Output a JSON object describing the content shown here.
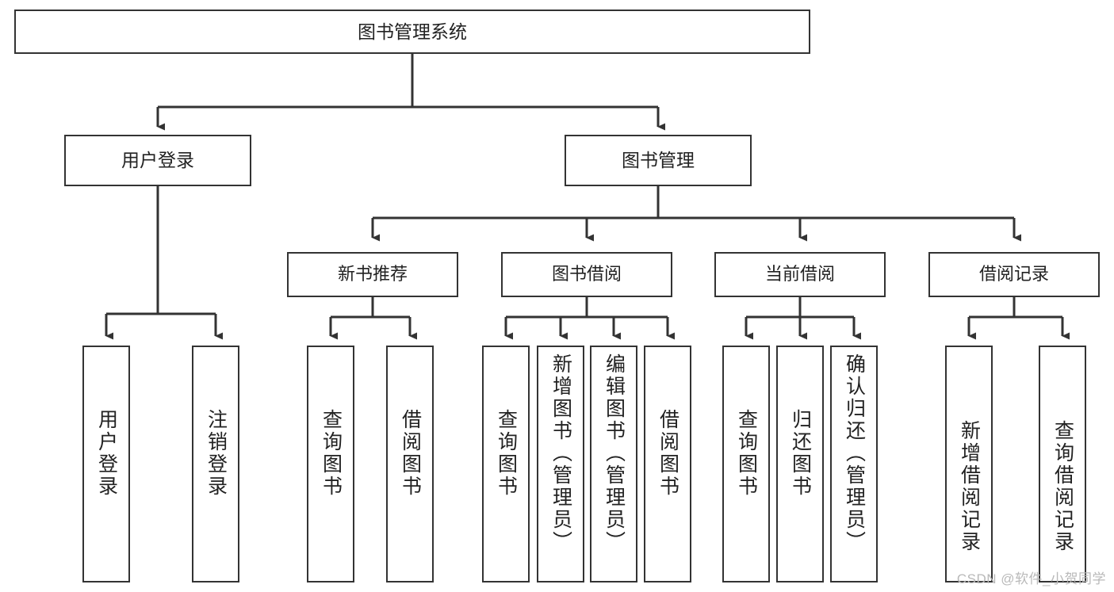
{
  "diagram": {
    "title": "图书管理系统",
    "type": "hierarchy-tree",
    "root": {
      "label": "图书管理系统"
    },
    "level2": [
      {
        "label": "用户登录"
      },
      {
        "label": "图书管理"
      }
    ],
    "level3": [
      {
        "label": "新书推荐"
      },
      {
        "label": "图书借阅"
      },
      {
        "label": "当前借阅"
      },
      {
        "label": "借阅记录"
      }
    ],
    "leaves": {
      "user_login": [
        {
          "label": "用户登录"
        },
        {
          "label": "注销登录"
        }
      ],
      "new_book_recommend": [
        {
          "label": "查询图书"
        },
        {
          "label": "借阅图书"
        }
      ],
      "book_borrow": [
        {
          "label": "查询图书"
        },
        {
          "label": "新增图书（管理员）"
        },
        {
          "label": "编辑图书（管理员）"
        },
        {
          "label": "借阅图书"
        }
      ],
      "current_borrow": [
        {
          "label": "查询图书"
        },
        {
          "label": "归还图书"
        },
        {
          "label": "确认归还（管理员）"
        }
      ],
      "borrow_record": [
        {
          "label": "新增借阅记录"
        },
        {
          "label": "查询借阅记录"
        }
      ]
    }
  },
  "watermark": {
    "text": "CSDN @软件_小贺同学"
  },
  "colors": {
    "border": "#333333",
    "background": "#ffffff",
    "text": "#222222",
    "watermark": "#b9b9b9"
  }
}
